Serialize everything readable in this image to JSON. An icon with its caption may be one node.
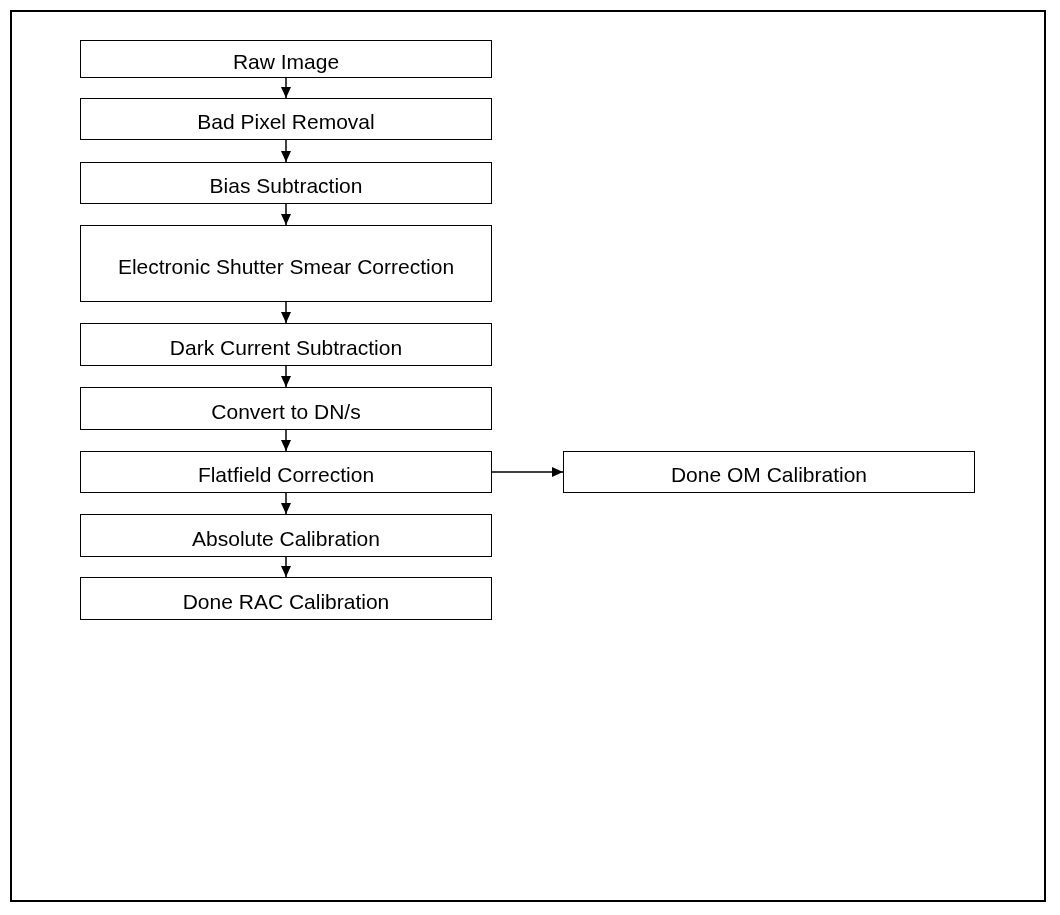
{
  "diagram": {
    "nodes": [
      {
        "text": [
          "Raw Image"
        ]
      },
      {
        "text": [
          "Bad Pixel Removal"
        ]
      },
      {
        "text": [
          "Bias Subtraction"
        ]
      },
      {
        "text": [
          "Electronic Shutter Smear Correction"
        ]
      },
      {
        "text": [
          "Dark Current Subtraction"
        ]
      },
      {
        "text": [
          "Convert to DN/s"
        ]
      },
      {
        "text": [
          "Flatfield Correction"
        ]
      },
      {
        "text": [
          "Done OM Calibration"
        ]
      },
      {
        "text": [
          "Absolute Calibration"
        ]
      },
      {
        "text": [
          "Done RAC Calibration"
        ]
      }
    ],
    "edges": [
      {
        "from": 0,
        "to": 1,
        "arrow": "to"
      },
      {
        "from": 1,
        "to": 2,
        "arrow": "to"
      },
      {
        "from": 2,
        "to": 3,
        "arrow": "to"
      },
      {
        "from": 3,
        "to": 4,
        "arrow": "to"
      },
      {
        "from": 4,
        "to": 5,
        "arrow": "to"
      },
      {
        "from": 5,
        "to": 6,
        "arrow": "to"
      },
      {
        "from": 6,
        "to": 7,
        "arrow": "to"
      },
      {
        "from": 6,
        "to": 8,
        "arrow": "to"
      },
      {
        "from": 8,
        "to": 9,
        "arrow": "to"
      }
    ]
  }
}
